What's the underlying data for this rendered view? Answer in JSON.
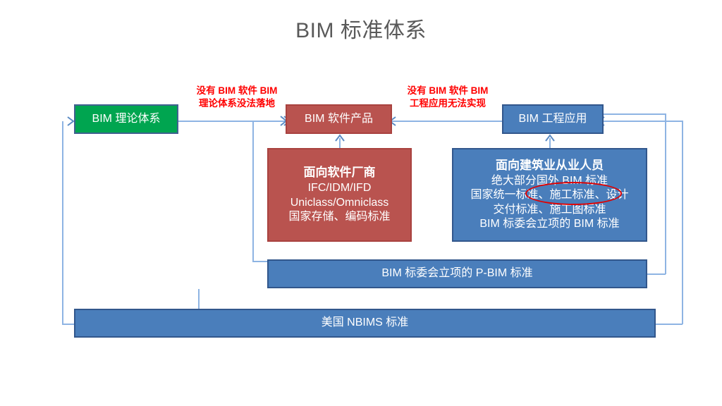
{
  "page": {
    "title": "BIM 标准体系",
    "background": "#ffffff",
    "title_color": "#595959"
  },
  "colors": {
    "green": "#00A550",
    "red": "#B9534F",
    "blue": "#4A7EBB",
    "connector": "#8EB4E3",
    "annotation_red": "#FF0000",
    "highlight_ellipse": "#E00000",
    "box_border_navy": "#40618F"
  },
  "nodes": {
    "theory": {
      "label": "BIM 理论体系"
    },
    "software": {
      "label": "BIM 软件产品"
    },
    "application": {
      "label": "BIM 工程应用"
    }
  },
  "annotations": {
    "left": {
      "line1": "没有 BIM 软件 BIM",
      "line2": "理论体系没法落地"
    },
    "right": {
      "line1": "没有 BIM 软件 BIM",
      "line2": "工程应用无法实现"
    }
  },
  "detail_software": {
    "heading": "面向软件厂商",
    "lines": [
      "IFC/IDM/IFD",
      "Uniclass/Omniclass",
      "国家存储、编码标准"
    ]
  },
  "detail_application": {
    "heading": "面向建筑业从业人员",
    "lines": [
      "绝大部分国外 BIM 标准",
      "国家统一标准、施工标准、设计",
      "交付标准、施工图标准",
      "BIM 标委会立项的 BIM 标准"
    ],
    "highlight_term": "施工标准、"
  },
  "bands": {
    "pbim": {
      "label": "BIM 标委会立项的 P-BIM 标准"
    },
    "nbims": {
      "label": "美国 NBIMS 标准"
    }
  }
}
